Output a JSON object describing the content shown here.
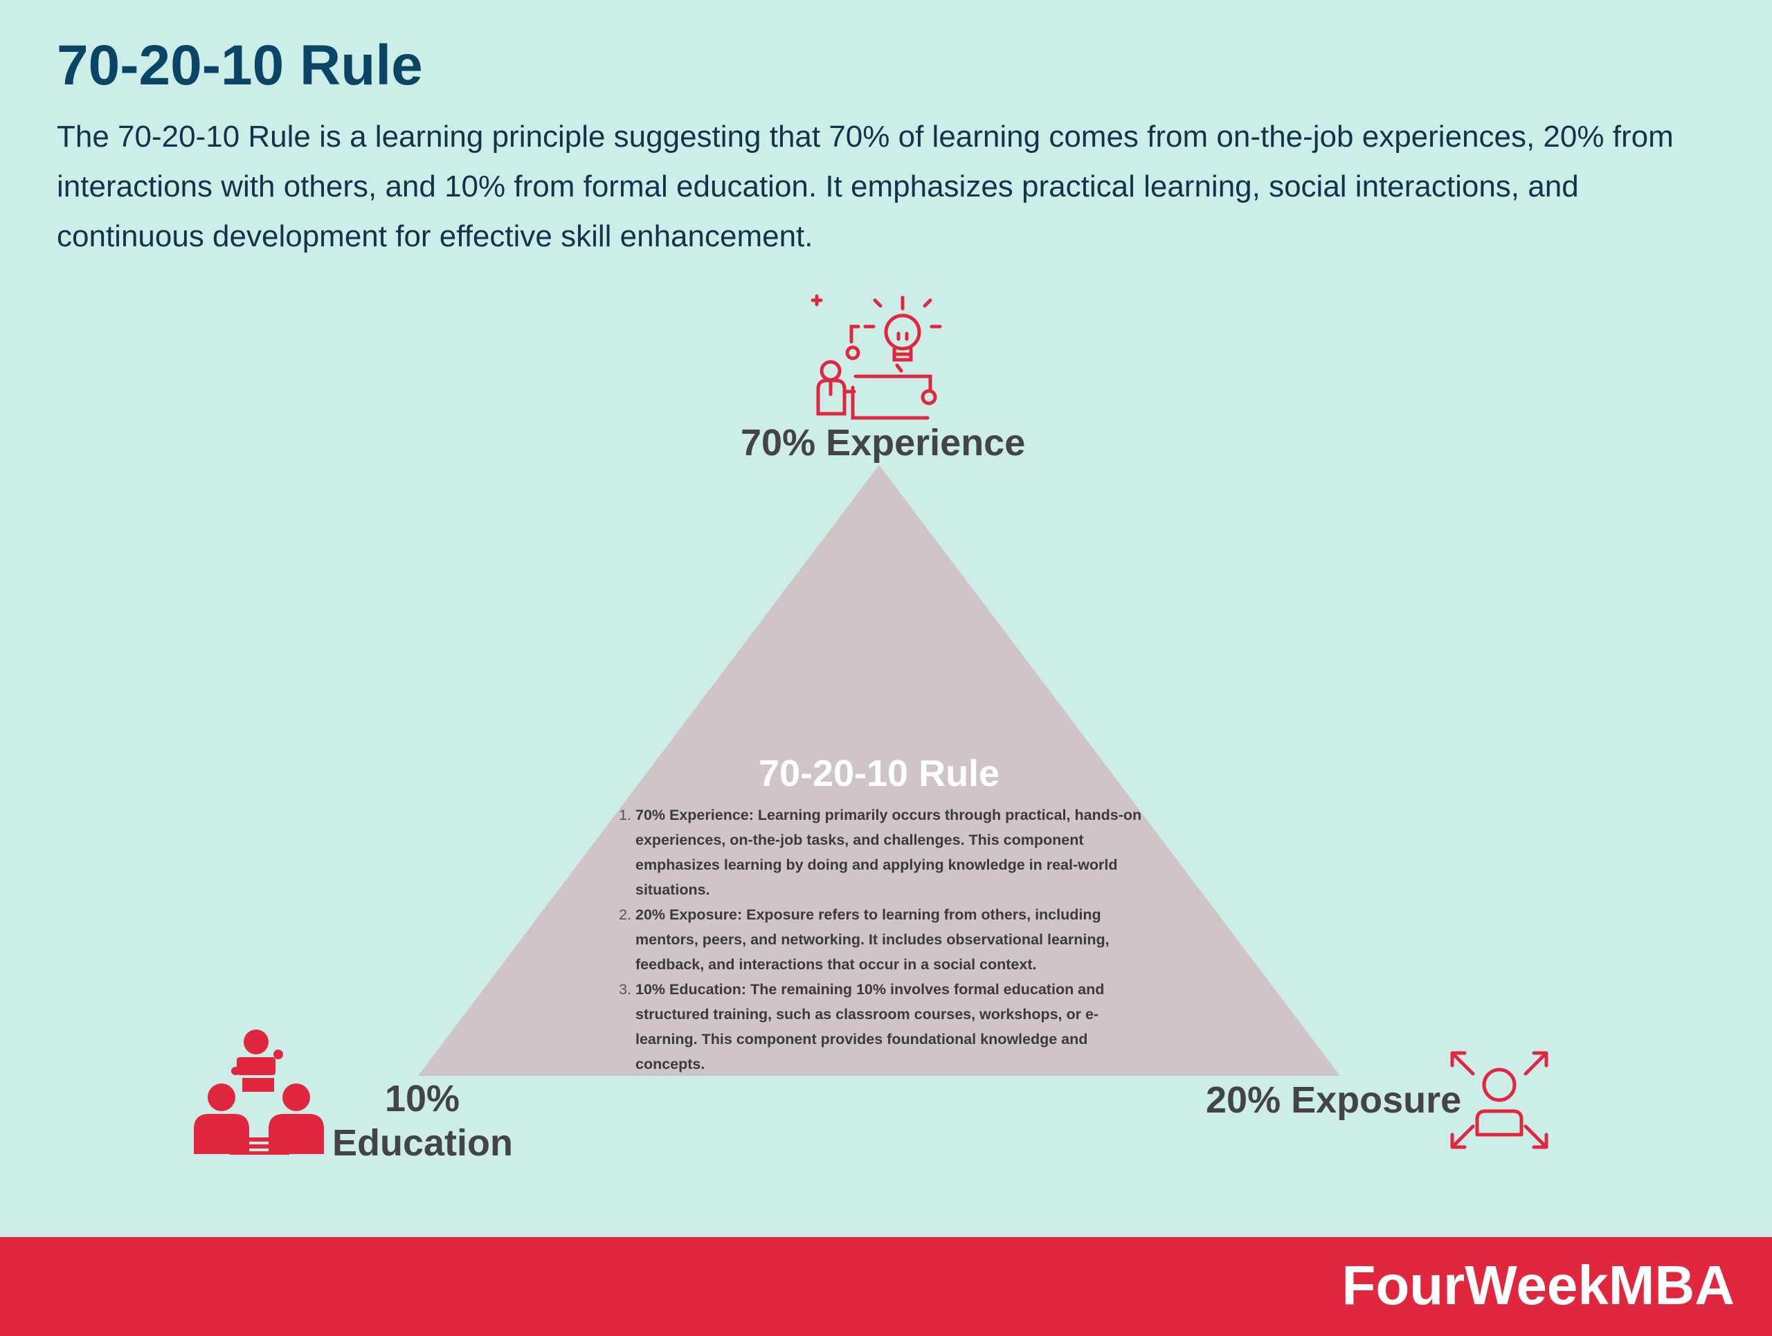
{
  "header": {
    "title": "70-20-10 Rule",
    "description": "The 70-20-10 Rule is a learning principle suggesting that 70% of learning comes from on-the-job experiences, 20% from interactions with others, and 10% from formal education. It emphasizes practical learning, social interactions, and continuous development for effective skill enhancement."
  },
  "diagram": {
    "shape": "triangle",
    "corners": {
      "top": {
        "label": "70% Experience",
        "icon": "person-idea-desk-icon"
      },
      "bottom_right": {
        "label": "20% Exposure",
        "icon": "person-expand-arrows-icon"
      },
      "bottom_left": {
        "label": "10% Education",
        "icon": "classroom-people-icon"
      }
    },
    "center": {
      "title": "70-20-10 Rule",
      "items": [
        "70% Experience: Learning primarily occurs through practical, hands-on experiences, on-the-job tasks, and challenges. This component emphasizes learning by doing and applying knowledge in real-world situations.",
        "20% Exposure: Exposure refers to learning from others, including mentors, peers, and networking. It includes observational learning, feedback, and interactions that occur in a social context.",
        "10% Education: The remaining 10% involves formal education and structured training, such as classroom courses, workshops, or e-learning. This component provides foundational knowledge and concepts."
      ]
    }
  },
  "footer": {
    "brand": "FourWeekMBA"
  },
  "colors": {
    "background": "#cdede8",
    "title": "#0b4566",
    "triangle": "#d0c4c6",
    "accent": "#e0273e",
    "label": "#444444"
  }
}
